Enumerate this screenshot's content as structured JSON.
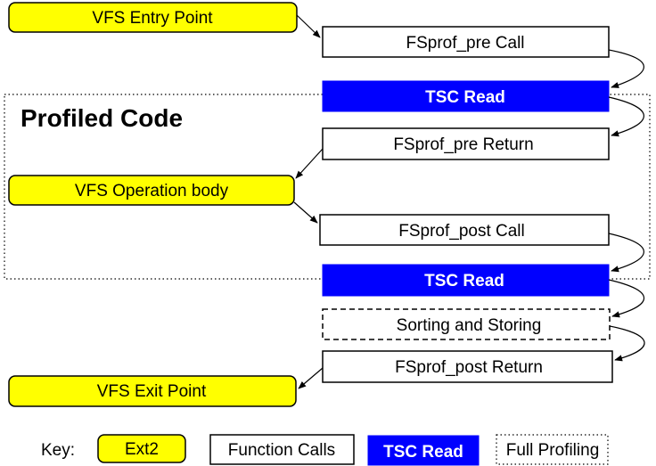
{
  "colors": {
    "ext2": "#ffff00",
    "tsc": "#0000ff",
    "function": "#ffffff",
    "stroke": "#000000"
  },
  "region": {
    "title": "Profiled Code"
  },
  "nodes": {
    "vfs_entry": "VFS Entry Point",
    "fsprof_pre_call": "FSprof_pre Call",
    "tsc_read_1": "TSC Read",
    "fsprof_pre_return": "FSprof_pre Return",
    "vfs_operation_body": "VFS Operation body",
    "fsprof_post_call": "FSprof_post Call",
    "tsc_read_2": "TSC Read",
    "sorting_storing": "Sorting and Storing",
    "fsprof_post_return": "FSprof_post Return",
    "vfs_exit": "VFS Exit Point"
  },
  "key": {
    "label": "Key:",
    "ext2": "Ext2",
    "function_calls": "Function Calls",
    "tsc_read": "TSC Read",
    "full_profiling": "Full Profiling"
  }
}
